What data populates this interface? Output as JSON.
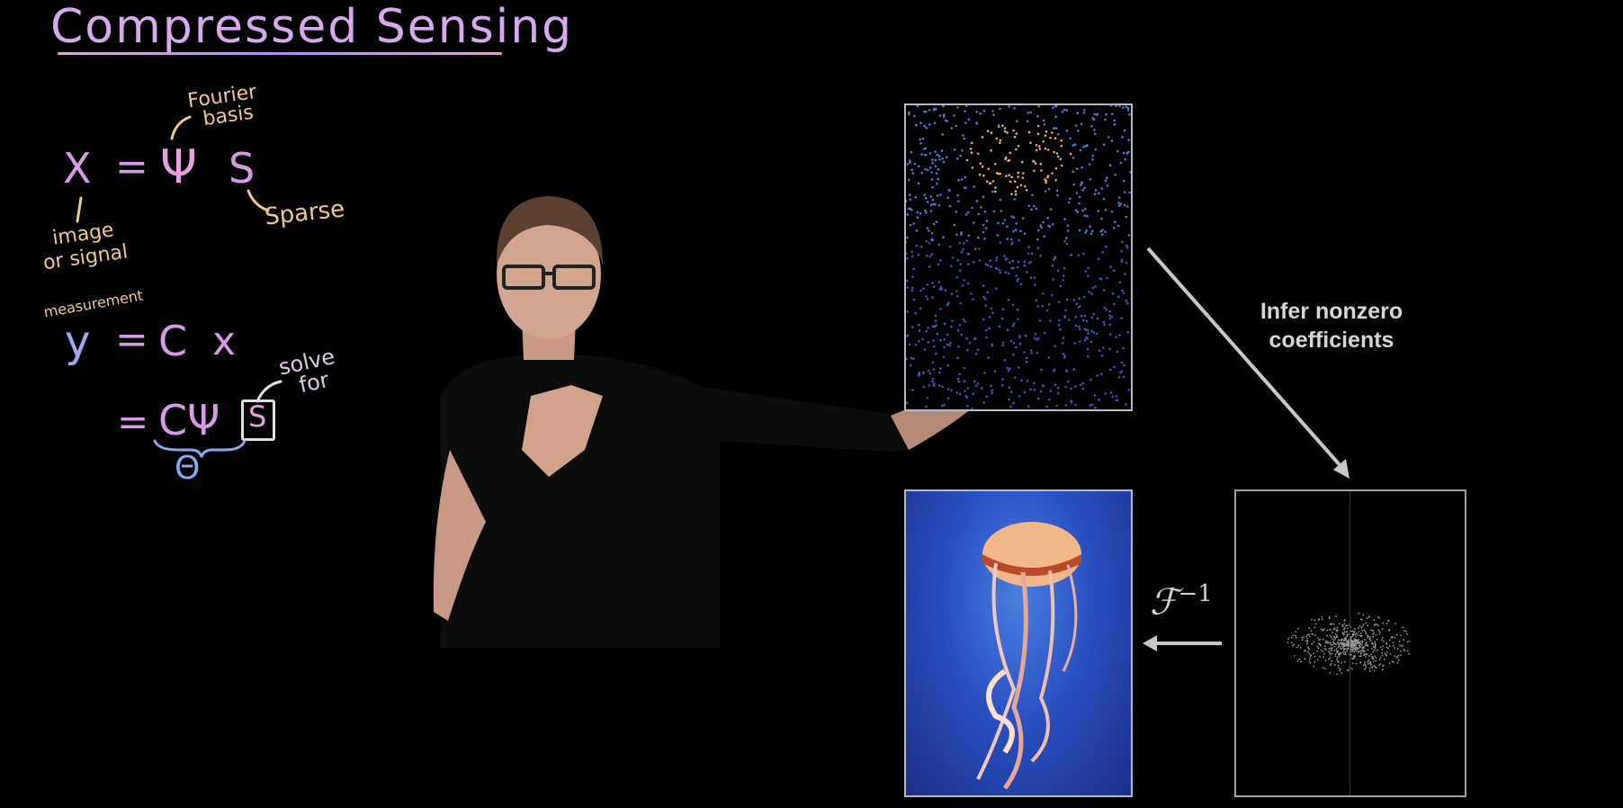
{
  "title": "Compressed Sensing",
  "equations": {
    "x_label": "X",
    "equals": "=",
    "psi": "Ψ",
    "s": "S",
    "fourier_note_line1": "Fourier",
    "fourier_note_line2": "basis",
    "sparse_note": "Sparse",
    "image_note_line1": "image",
    "image_note_line2": "or signal",
    "measurement_note": "measurement",
    "y": "y",
    "c": "C",
    "x_small": "x",
    "eq2_equals": "=",
    "c_psi": "CΨ",
    "boxed_s": "S",
    "theta": "Θ",
    "solve_for_line1": "solve",
    "solve_for_line2": "for"
  },
  "diagram": {
    "infer_line1": "Infer nonzero",
    "infer_line2": "coefficients",
    "inverse_symbol": "ℱ",
    "inverse_exponent": "−1"
  },
  "colors": {
    "background": "#000000",
    "pink": "#e8a0e0",
    "violet": "#b894f0",
    "blue": "#88a8f0",
    "orange": "#f0c890",
    "frame": "#b0b0b8",
    "arrow": "#c8c8c8",
    "text_gray": "#d6d6d6"
  },
  "icons": {
    "person": "presenter-silhouette",
    "arrow_diagonal": "arrow-down-right-icon",
    "arrow_left": "arrow-left-icon"
  }
}
